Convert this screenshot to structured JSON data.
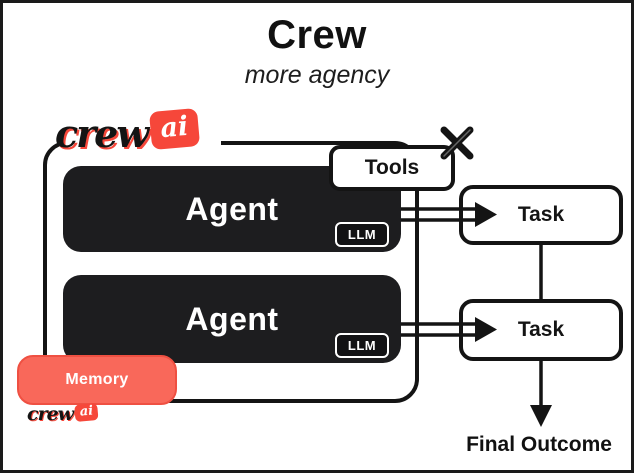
{
  "header": {
    "title": "Crew",
    "subtitle": "more agency"
  },
  "brand": {
    "wordmark": "crew",
    "badge": "ai"
  },
  "crew": {
    "tools": {
      "label": "Tools"
    },
    "agents": [
      {
        "label": "Agent",
        "llm": "LLM"
      },
      {
        "label": "Agent",
        "llm": "LLM"
      }
    ],
    "memory": {
      "label": "Memory"
    }
  },
  "tasks": [
    {
      "label": "Task"
    },
    {
      "label": "Task"
    }
  ],
  "final_outcome": {
    "label": "Final Outcome"
  },
  "icons": {
    "tools_icon": "crossed-tools"
  },
  "colors": {
    "accent_red": "#f6473a",
    "memory_fill": "#f9685a",
    "agent_fill": "#1d1d1f",
    "line_black": "#141414",
    "background": "#ffffff"
  }
}
